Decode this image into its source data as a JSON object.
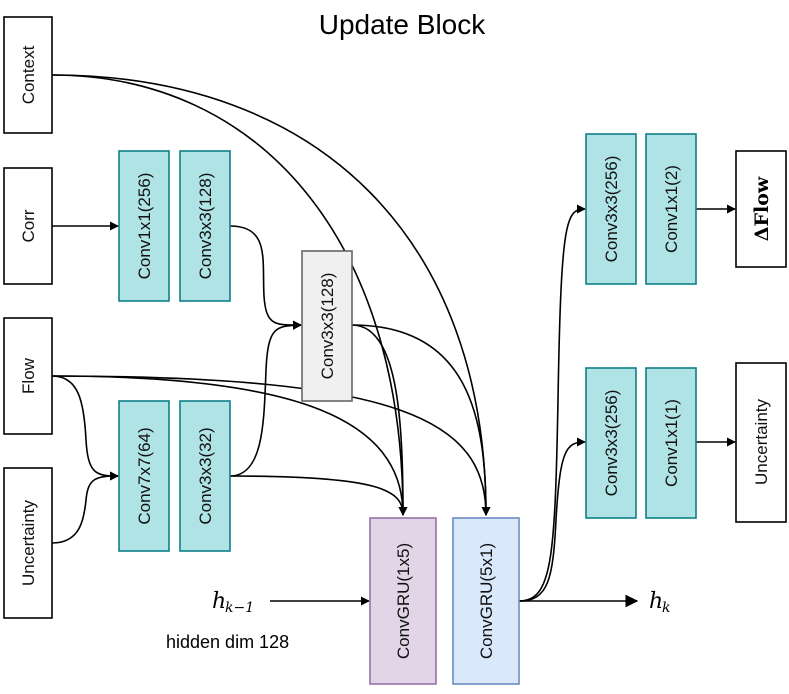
{
  "title": "Update Block",
  "inputs": {
    "context": "Context",
    "corr": "Corr",
    "flow": "Flow",
    "uncertainty": "Uncertainty"
  },
  "corr_branch": {
    "conv1": "Conv1x1(256)",
    "conv2": "Conv3x3(128)"
  },
  "flow_branch": {
    "conv1": "Conv7x7(64)",
    "conv2": "Conv3x3(32)"
  },
  "merge_conv": "Conv3x3(128)",
  "gru": {
    "gru1": "ConvGRU(1x5)",
    "gru2": "ConvGRU(5x1)"
  },
  "flow_head": {
    "conv1": "Conv3x3(256)",
    "conv2": "Conv1x1(2)",
    "output": "ΔFlow"
  },
  "uncertainty_head": {
    "conv1": "Conv3x3(256)",
    "conv2": "Conv1x1(1)",
    "output": "Uncertainty"
  },
  "hidden": {
    "prev_base": "h",
    "prev_sub": "k−1",
    "next_base": "h",
    "next_sub": "k",
    "dim_note": "hidden dim 128"
  },
  "colors": {
    "teal_fill": "#b0e3e6",
    "teal_stroke": "#0e8088",
    "gray_fill": "#f0f0f0",
    "gray_stroke": "#666666",
    "purple_fill": "#e1d5e7",
    "purple_stroke": "#9673a6",
    "blue_fill": "#dae8fc",
    "blue_stroke": "#6c8ebf"
  }
}
